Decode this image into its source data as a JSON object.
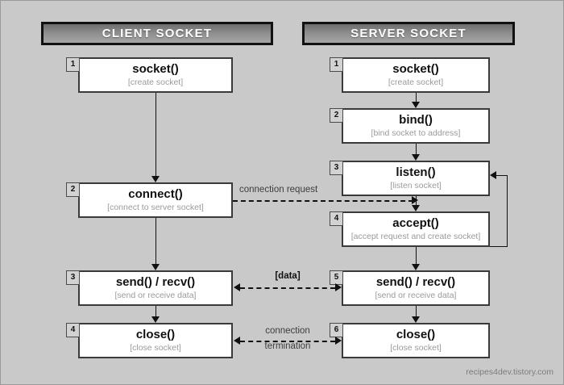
{
  "diagram": {
    "watermark": "recipes4dev.tistory.com",
    "columns": [
      {
        "id": "client",
        "header": "CLIENT SOCKET"
      },
      {
        "id": "server",
        "header": "SERVER SOCKET"
      }
    ],
    "client_nodes": [
      {
        "badge": "1",
        "title": "socket()",
        "sub": "[create socket]"
      },
      {
        "badge": "2",
        "title": "connect()",
        "sub": "[connect to server socket]"
      },
      {
        "badge": "3",
        "title": "send() / recv()",
        "sub": "[send or receive data]"
      },
      {
        "badge": "4",
        "title": "close()",
        "sub": "[close socket]"
      }
    ],
    "server_nodes": [
      {
        "badge": "1",
        "title": "socket()",
        "sub": "[create socket]"
      },
      {
        "badge": "2",
        "title": "bind()",
        "sub": "[bind socket to address]"
      },
      {
        "badge": "3",
        "title": "listen()",
        "sub": "[listen socket]"
      },
      {
        "badge": "4",
        "title": "accept()",
        "sub": "[accept request and create socket]"
      },
      {
        "badge": "5",
        "title": "send() / recv()",
        "sub": "[send or receive data]"
      },
      {
        "badge": "6",
        "title": "close()",
        "sub": "[close socket]"
      }
    ],
    "edges": [
      {
        "id": "connection-request",
        "label": "connection request"
      },
      {
        "id": "data-exchange",
        "label": "[data]"
      },
      {
        "id": "connection-termination",
        "label_line1": "connection",
        "label_line2": "termination"
      }
    ],
    "colors": {
      "background": "#c9c9c9",
      "node_fill": "#ffffff",
      "node_border": "#3a3a3a",
      "header_text": "#ffffff",
      "sub_text": "#9a9a9a",
      "line": "#111111"
    }
  }
}
